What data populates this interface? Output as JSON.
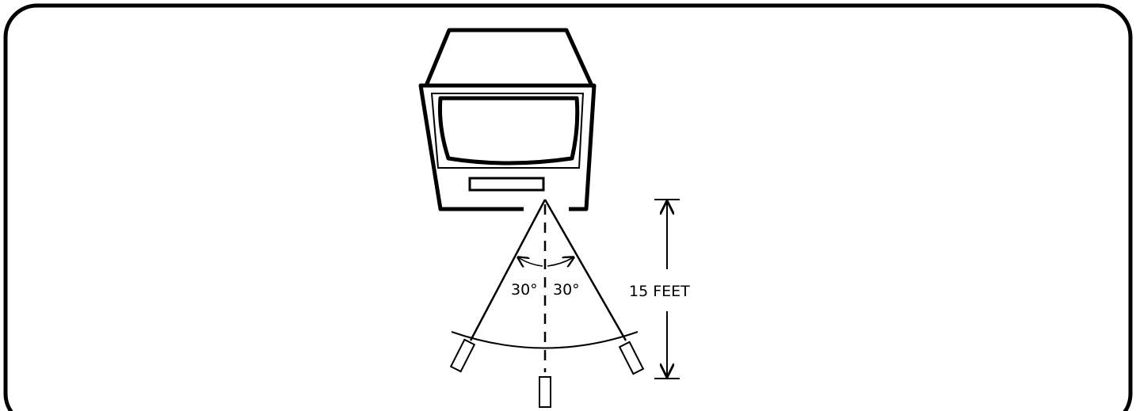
{
  "diagram": {
    "angle_left_label": "30°",
    "angle_right_label": "30°",
    "distance_label": "15 FEET"
  },
  "colors": {
    "line": "#000000",
    "background": "#ffffff"
  }
}
